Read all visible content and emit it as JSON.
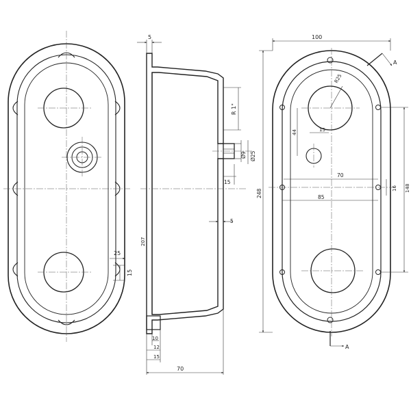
{
  "drawing": {
    "line_color": "#222222",
    "background": "#ffffff",
    "views": [
      "front-view",
      "section-view",
      "back-view"
    ]
  },
  "front_view": {
    "dim_25": "25",
    "dim_15": "15"
  },
  "section_view": {
    "dim_top_5": "5",
    "dim_r1": "R 1\"",
    "dim_d9": "Ø9",
    "dim_d25": "Ø25",
    "dim_15": "15",
    "dim_5": "5",
    "dim_207": "207",
    "dim_10": "10",
    "dim_12": "12",
    "dim_15b": "15",
    "dim_70": "70"
  },
  "back_view": {
    "dim_100": "100",
    "dim_r25": "R25",
    "dim_44": "44",
    "dim_15": "15",
    "dim_70": "70",
    "dim_85": "85",
    "dim_16": "16",
    "dim_148": "148",
    "dim_248": "248",
    "section_mark": "A"
  }
}
